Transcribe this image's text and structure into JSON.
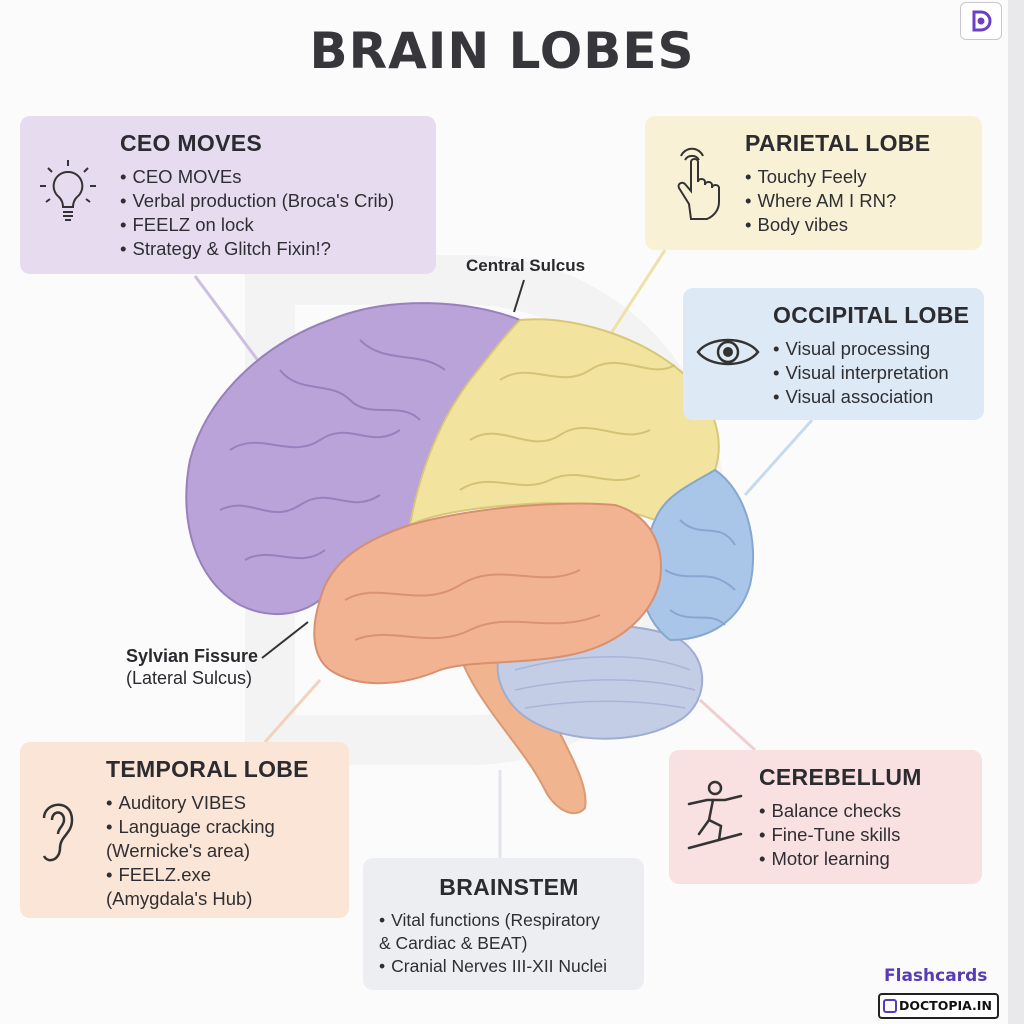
{
  "title": "BRAIN LOBES",
  "cards": {
    "frontal": {
      "heading": "CEO MOVES",
      "items": [
        "CEO MOVEs",
        "Verbal production (Broca's Crib)",
        "FEELZ on lock",
        "Strategy & Glitch Fixin!?"
      ],
      "icon": "lightbulb-icon"
    },
    "parietal": {
      "heading": "PARIETAL LOBE",
      "items": [
        "Touchy Feely",
        "Where AM I RN?",
        "Body vibes"
      ],
      "icon": "touch-hand-icon"
    },
    "occipital": {
      "heading": "OCCIPITAL LOBE",
      "items": [
        "Visual processing",
        "Visual interpretation",
        "Visual association"
      ],
      "icon": "eye-icon"
    },
    "temporal": {
      "heading": "TEMPORAL LOBE",
      "items": [
        "Auditory VIBES",
        "Language cracking",
        "(Wernicke's area)",
        "FEELZ.exe",
        "(Amygdala's Hub)"
      ],
      "icon": "ear-icon"
    },
    "brainstem": {
      "heading": "BRAINSTEM",
      "items": [
        "Vital functions (Respiratory",
        "& Cardiac & BEAT)",
        "Cranial Nerves III-XII Nuclei"
      ]
    },
    "cerebellum": {
      "heading": "CEREBELLUM",
      "items": [
        "Balance checks",
        "Fine-Tune skills",
        "Motor learning"
      ],
      "icon": "balance-person-icon"
    }
  },
  "labels": {
    "central_sulcus": "Central Sulcus",
    "sylvian_fissure": "Sylvian Fissure",
    "lateral_sulcus": "(Lateral Sulcus)"
  },
  "brand": {
    "flashcards": "Flashcards",
    "site": "DOCTOPIA.IN"
  },
  "colors": {
    "frontal": "#b9a3d8",
    "parietal": "#f2e49f",
    "occipital": "#a9c6e8",
    "temporal": "#f2b393",
    "cerebellum": "#c3cde6",
    "brainstem": "#f0b58e"
  }
}
